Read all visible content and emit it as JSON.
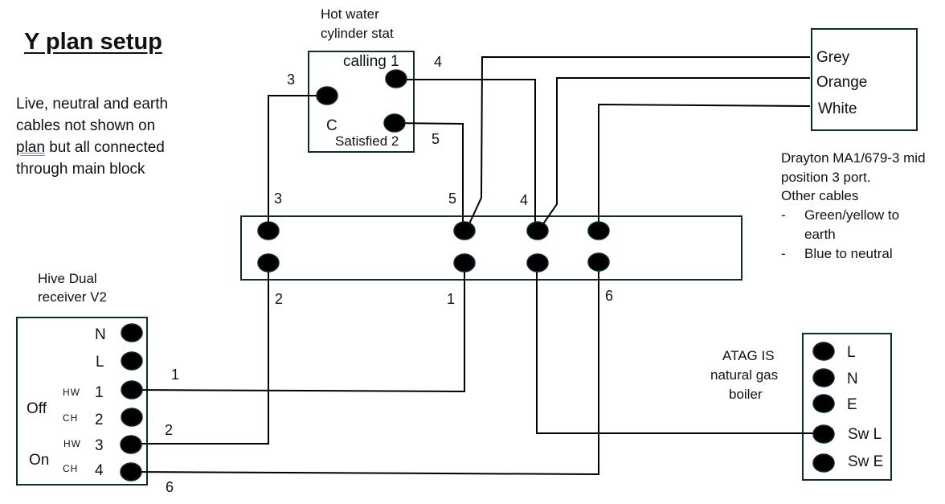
{
  "title": "Y plan setup",
  "note": {
    "line1": "Live, neutral and earth",
    "line2": "cables not shown on",
    "line3_misspelled": "plan",
    "line3_rest": " but all connected",
    "line4": "through main block"
  },
  "cylinder_stat": {
    "label_line1": "Hot water",
    "label_line2": "cylinder stat",
    "terminal_calling": "calling 1",
    "terminal_common": "C",
    "terminal_satisfied": "Satisfied 2"
  },
  "valve": {
    "wires": [
      "Grey",
      "Orange",
      "White"
    ],
    "description_line1": "Drayton MA1/679-3 mid",
    "description_line2": "position 3 port.",
    "description_line3": "Other cables",
    "other_cables": [
      {
        "dash": "-",
        "text_line1": "Green/yellow to",
        "text_line2": "earth"
      },
      {
        "dash": "-",
        "text_line1": "Blue to neutral",
        "text_line2": ""
      }
    ]
  },
  "receiver": {
    "label_line1": "Hive Dual",
    "label_line2": "receiver V2",
    "terminals": [
      {
        "label": "N",
        "group": "",
        "sub": ""
      },
      {
        "label": "L",
        "group": "",
        "sub": ""
      },
      {
        "label": "1",
        "group": "Off",
        "sub": "HW"
      },
      {
        "label": "2",
        "group": "",
        "sub": "CH"
      },
      {
        "label": "3",
        "group": "On",
        "sub": "HW"
      },
      {
        "label": "4",
        "group": "",
        "sub": "CH"
      }
    ]
  },
  "boiler": {
    "label_line1": "ATAG IS",
    "label_line2": "natural gas",
    "label_line3": "boiler",
    "terminals": [
      "L",
      "N",
      "E",
      "Sw L",
      "Sw E"
    ]
  },
  "wire_numbers": {
    "stat_common": "3",
    "stat_calling": "4",
    "stat_satisfied": "5",
    "block_top_1": "3",
    "block_top_2": "5",
    "block_top_3": "4",
    "block_bottom_1": "2",
    "block_bottom_2": "1",
    "block_bottom_4": "6",
    "receiver_hw1": "1",
    "receiver_hw3": "2",
    "receiver_ch4": "6"
  }
}
